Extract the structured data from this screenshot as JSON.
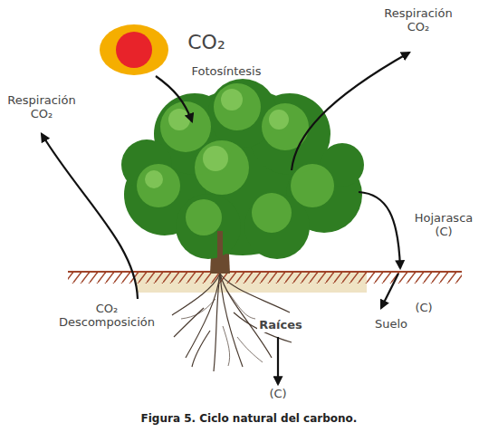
{
  "diagram": {
    "caption": "Figura 5. Ciclo natural del carbono.",
    "labels": [
      "CO₂",
      "Fotosíntesis",
      "Respiración CO₂",
      "Respiración CO₂",
      "Hojarasca (C)",
      "(C)",
      "Suelo",
      "Raíces",
      "(C)",
      "CO₂ Descomposición"
    ]
  }
}
